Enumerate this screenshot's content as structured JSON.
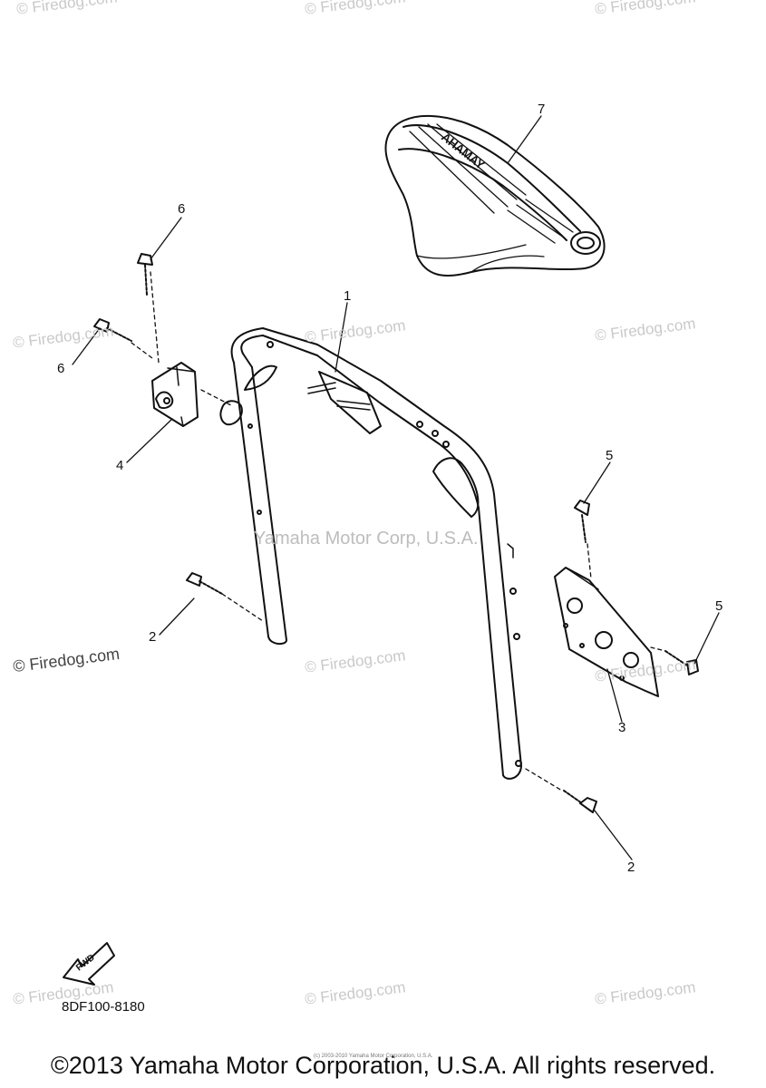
{
  "callouts": {
    "c1": "1",
    "c2a": "2",
    "c2b": "2",
    "c3": "3",
    "c4": "4",
    "c5a": "5",
    "c5b": "5",
    "c6a": "6",
    "c6b": "6",
    "c7": "7"
  },
  "watermarks": {
    "firedog": "© Firedog.com",
    "center": "Yamaha Motor Corp, U.S.A."
  },
  "seat_brand": "YAMAHA",
  "fwd_label": "FWD",
  "part_number": "8DF100-8180",
  "tiny_note": "(c) 2003-2010 Yamaha Motor Corporation, U.S.A.",
  "copyright": "©2013 Yamaha Motor Corporation, U.S.A. All rights reserved.",
  "colors": {
    "line": "#111111",
    "watermark": "#c9c9c9"
  }
}
